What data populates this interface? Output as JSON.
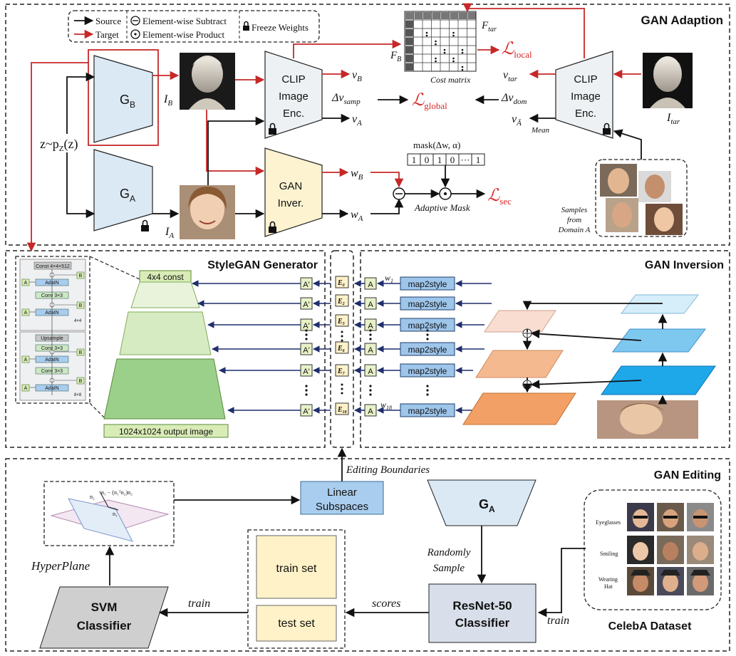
{
  "sections": {
    "adaption_title": "GAN Adaption",
    "stylegan_title": "StyleGAN Generator",
    "inversion_title": "GAN Inversion",
    "editing_title": "GAN Editing"
  },
  "legend": {
    "source": "Source",
    "target": "Target",
    "subtract": "Element-wise Subtract",
    "product": "Element-wise Product",
    "freeze": "Freeze Weights"
  },
  "adaption": {
    "gb": "G",
    "gb_sub": "B",
    "ga": "G",
    "ga_sub": "A",
    "z": "z~p",
    "z_sub": "Z",
    "z_end": "(z)",
    "ib": "I",
    "ib_sub": "B",
    "ia": "I",
    "ia_sub": "A",
    "itar": "I",
    "itar_sub": "tar",
    "clip_l1": "CLIP",
    "clip_l2": "Image",
    "clip_l3": "Enc.",
    "inver_l1": "GAN",
    "inver_l2": "Inver.",
    "vb": "v",
    "vb_sub": "B",
    "va": "v",
    "va_sub": "A",
    "dv_samp": "Δv",
    "dv_samp_sub": "samp",
    "vtar": "v",
    "vtar_sub": "tar",
    "dv_dom": "Δv",
    "dv_dom_sub": "dom",
    "vabar": "v",
    "vabar_sub": "Ā",
    "mean": "Mean",
    "wb": "w",
    "wb_sub": "B",
    "wa": "w",
    "wa_sub": "A",
    "fb": "F",
    "fb_sub": "B",
    "ftar": "F",
    "ftar_sub": "tar",
    "cost_matrix": "Cost matrix",
    "l_local": "local",
    "l_global": "global",
    "l_sec": "sec",
    "loss_symbol": "ℒ",
    "mask_label": "mask(Δw, α)",
    "mask_bits": [
      "1",
      "0",
      "1",
      "0",
      "···",
      "1"
    ],
    "adaptive_mask": "Adaptive Mask",
    "samples_l1": "Samples",
    "samples_l2": "from",
    "samples_l3": "Domain A"
  },
  "stylegan": {
    "const": "4x4 const",
    "output": "1024x1024 output image",
    "a_prime": "A'",
    "inset": {
      "const": "Const 4×4×512",
      "adain": "AdaIN",
      "conv": "Conv 3×3",
      "upsample": "Upsample",
      "a": "A",
      "b": "B",
      "res1": "4×4",
      "res2": "8×8"
    }
  },
  "edits": [
    "E",
    "E",
    "E",
    "E",
    "E",
    "E"
  ],
  "edit_subs": [
    "0",
    "2",
    "3",
    "6",
    "7",
    "18"
  ],
  "inversion": {
    "a": "A",
    "map2style": "map2style",
    "w1": "w",
    "w1_sub": "1",
    "w18": "w",
    "w18_sub": "18"
  },
  "editing": {
    "editing_boundaries": "Editing Boundaries",
    "linear_l1": "Linear",
    "linear_l2": "Subspaces",
    "hyperplane": "HyperPlane",
    "hp_formula": "n₁ − (n₁ᵀn₂)n₂",
    "hp_n1": "n₁",
    "hp_n2": "n₂",
    "ga": "G",
    "ga_sub": "A",
    "randomly": "Randomly",
    "sample": "Sample",
    "train_set": "train set",
    "test_set": "test set",
    "scores": "scores",
    "train_left": "train",
    "train_right": "train",
    "svm_l1": "SVM",
    "svm_l2": "Classifier",
    "resnet_l1": "ResNet-50",
    "resnet_l2": "Classifier",
    "celeba": "CelebA Dataset",
    "eyeglasses": "Eyeglasses",
    "smiling": "Smiling",
    "wearing": "Wearing",
    "hat": "Hat"
  },
  "colors": {
    "gen_fill": "#dbe9f5",
    "clip_fill": "#eef1f3",
    "inver_fill": "#fdf3d0",
    "map_fill": "#9ec5ea",
    "a_fill": "#e6f2c7",
    "resnet_fill": "#d8dfea",
    "svm_fill": "#cfcfcf",
    "set_fill": "#fff2c8",
    "red": "#d42a2a",
    "navy": "#1f2f6b"
  }
}
